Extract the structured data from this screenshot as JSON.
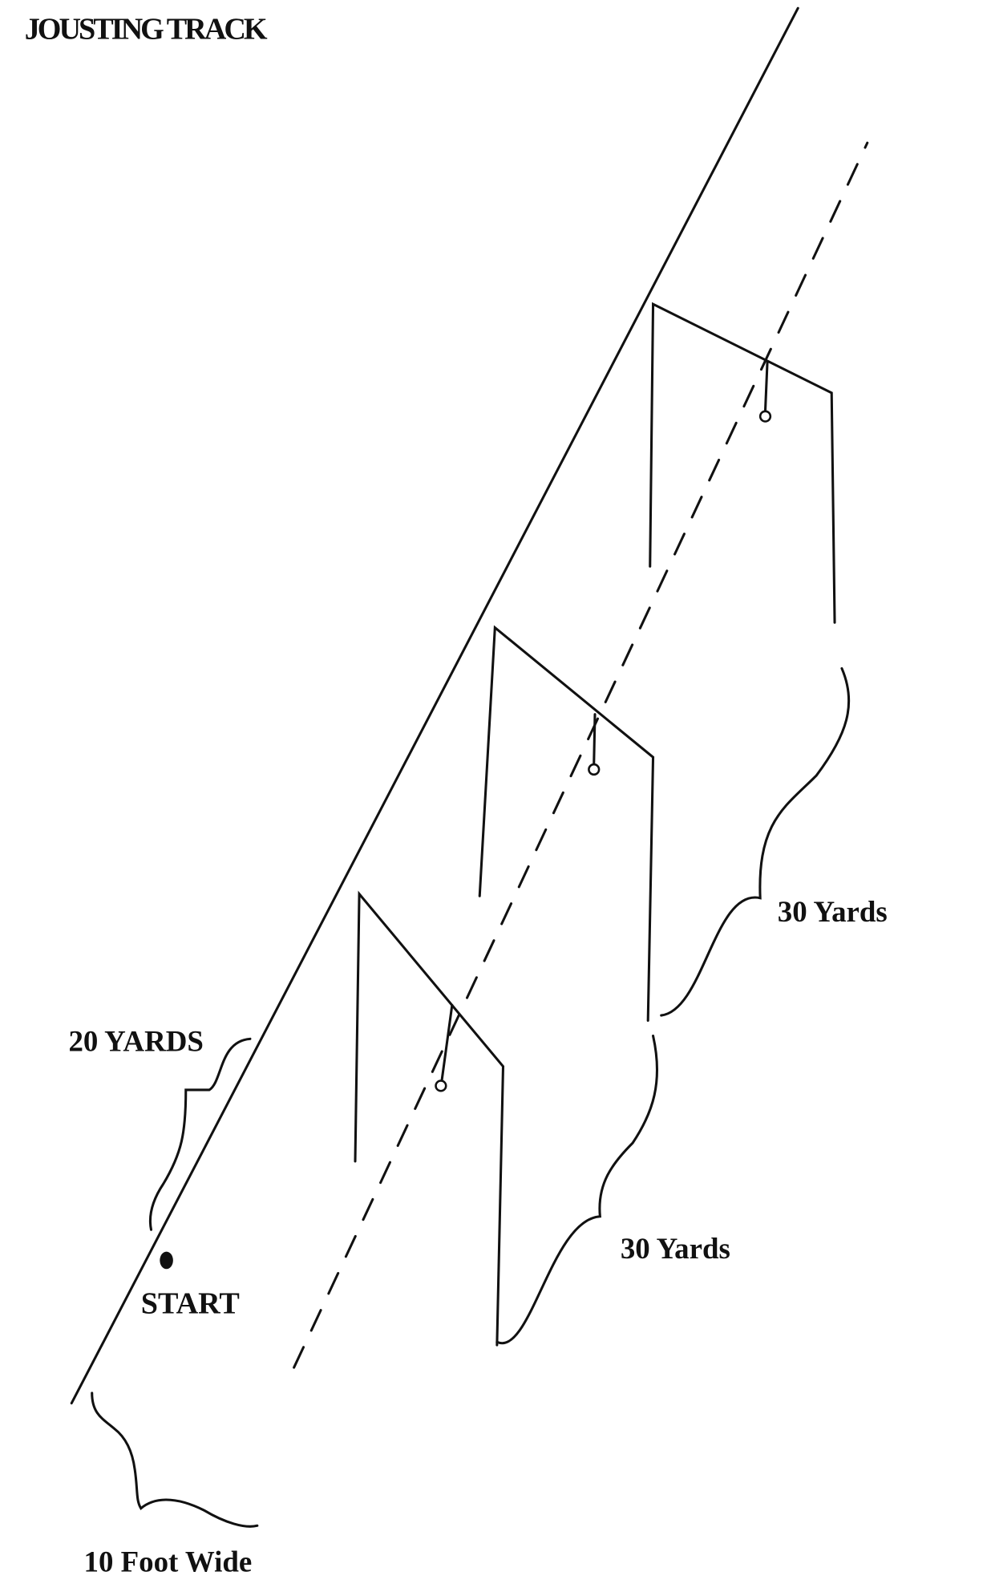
{
  "title": "JOUSTING TRACK",
  "labels": {
    "start": "START",
    "first_distance": "20 YARDS",
    "gate_spacing_1": "30 Yards",
    "gate_spacing_2": "30 Yards",
    "track_width": "10 Foot Wide"
  },
  "gates": [
    {
      "name": "gate-1",
      "ring": "ring"
    },
    {
      "name": "gate-2",
      "ring": "ring"
    },
    {
      "name": "gate-3",
      "ring": "ring"
    }
  ],
  "colors": {
    "ink": "#111111",
    "paper": "#ffffff"
  }
}
